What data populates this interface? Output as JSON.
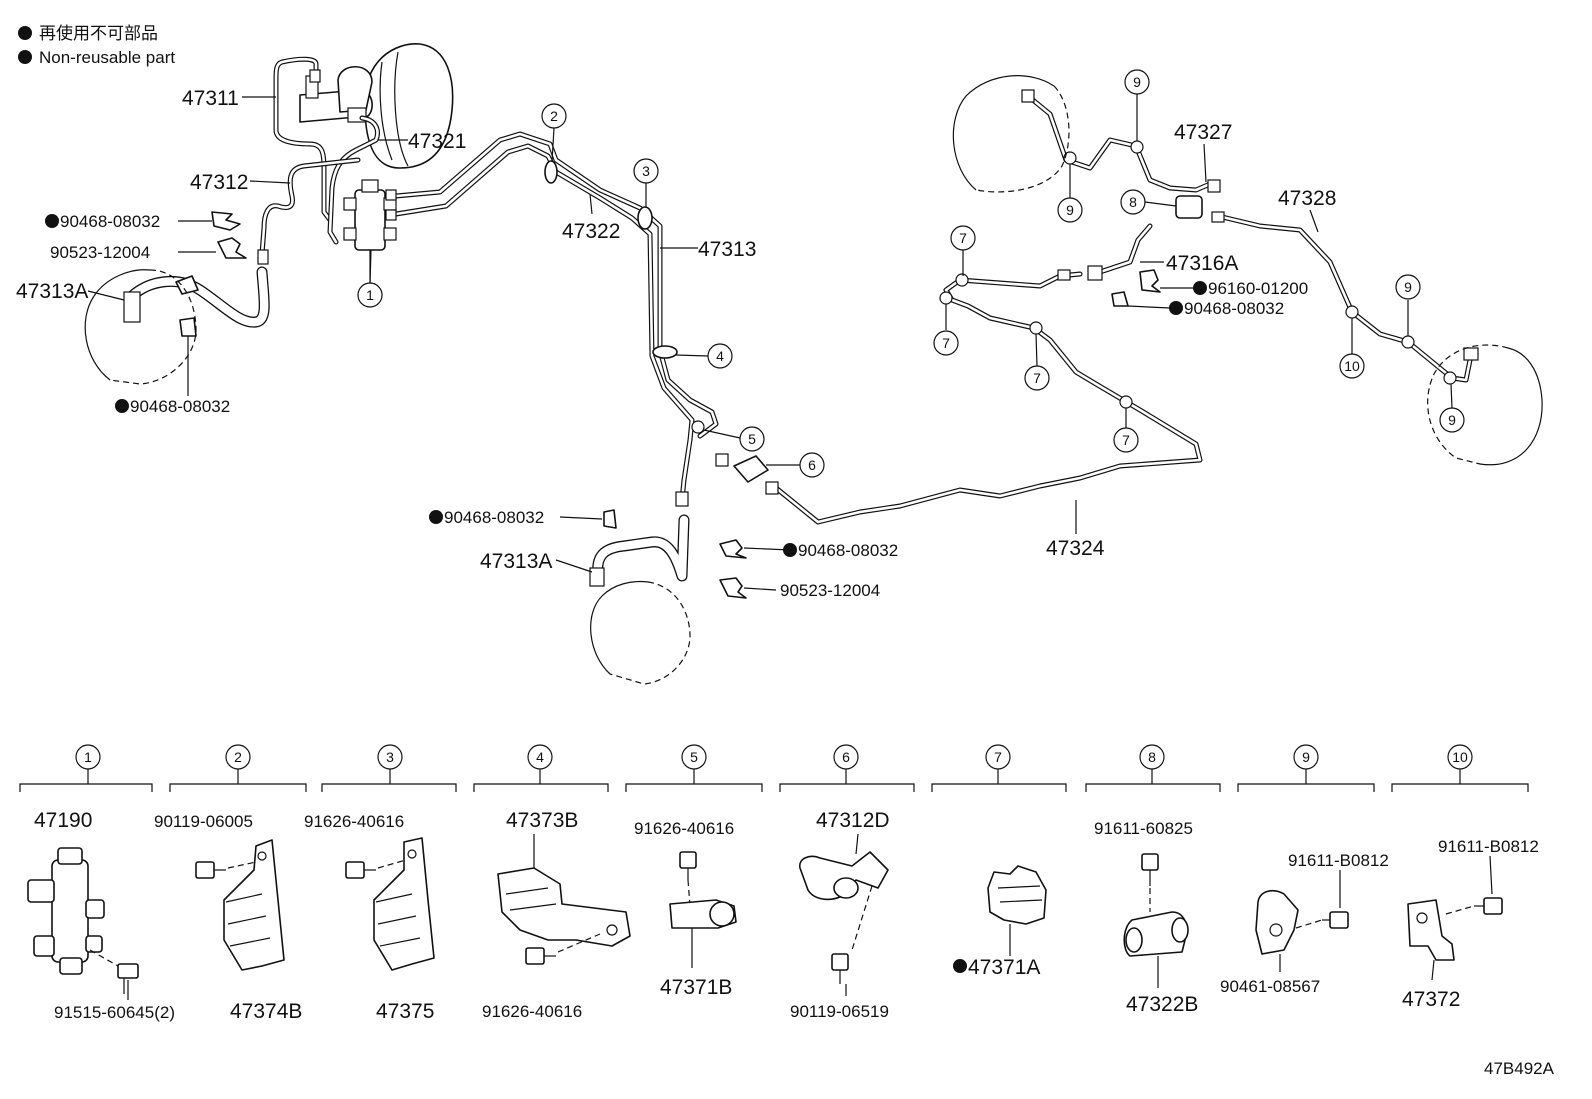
{
  "legend": {
    "jp_text": "再使用不可部品",
    "en_text": "Non-reusable part"
  },
  "diagram_code": "47B492A",
  "upper_labels": {
    "p47311": "47311",
    "p47321": "47321",
    "p47312": "47312",
    "p90468_a": "90468-08032",
    "p90523_a": "90523-12004",
    "p47313A_left": "47313A",
    "p90468_b": "90468-08032",
    "p47322": "47322",
    "p47313": "47313",
    "p90468_c": "90468-08032",
    "p47313A_center": "47313A",
    "p90468_d": "90468-08032",
    "p90523_b": "90523-12004",
    "p47324": "47324",
    "p47327": "47327",
    "p47328": "47328",
    "p47316A": "47316A",
    "p96160": "96160-01200",
    "p90468_e": "90468-08032"
  },
  "callouts": {
    "c1": "1",
    "c2": "2",
    "c3": "3",
    "c4": "4",
    "c5": "5",
    "c6": "6",
    "c7": "7",
    "c8": "8",
    "c9": "9",
    "c10": "10"
  },
  "details": [
    {
      "num": "1",
      "labels": [
        "47190",
        "91515-60645(2)"
      ]
    },
    {
      "num": "2",
      "labels": [
        "90119-06005",
        "47374B"
      ]
    },
    {
      "num": "3",
      "labels": [
        "91626-40616",
        "47375"
      ]
    },
    {
      "num": "4",
      "labels": [
        "47373B",
        "91626-40616"
      ]
    },
    {
      "num": "5",
      "labels": [
        "91626-40616",
        "47371B"
      ]
    },
    {
      "num": "6",
      "labels": [
        "47312D",
        "90119-06519"
      ]
    },
    {
      "num": "7",
      "labels": [
        "47371A"
      ]
    },
    {
      "num": "8",
      "labels": [
        "91611-60825",
        "47322B"
      ]
    },
    {
      "num": "9",
      "labels": [
        "91611-B0812",
        "90461-08567"
      ]
    },
    {
      "num": "10",
      "labels": [
        "91611-B0812",
        "47372"
      ]
    }
  ]
}
